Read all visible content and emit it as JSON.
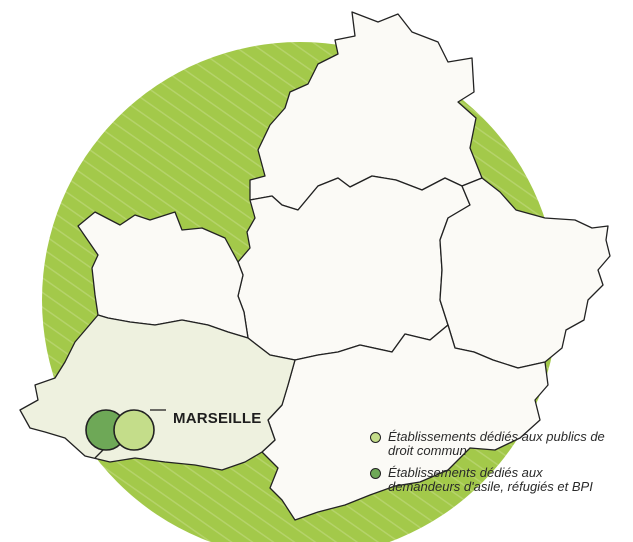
{
  "map": {
    "city": {
      "label": "MARSEILLE"
    },
    "colors": {
      "circle_fill": "#a3c94a",
      "region_fill": "#fbfaf6",
      "bouches_du_rhone_fill": "#eef1df",
      "border": "#222222",
      "marker_droit_commun": "#c4dd8a",
      "marker_asile": "#6ea857"
    },
    "markers": [
      {
        "name": "asile",
        "color": "#6ea857"
      },
      {
        "name": "droit-commun",
        "color": "#c4dd8a"
      }
    ]
  },
  "legend": {
    "items": [
      {
        "color": "#c4dd8a",
        "text": "Établissements dédiés aux publics de droit commun"
      },
      {
        "color": "#6ea857",
        "text": "Établissements dédiés aux demandeurs d'asile, réfugiés et BPI"
      }
    ]
  }
}
